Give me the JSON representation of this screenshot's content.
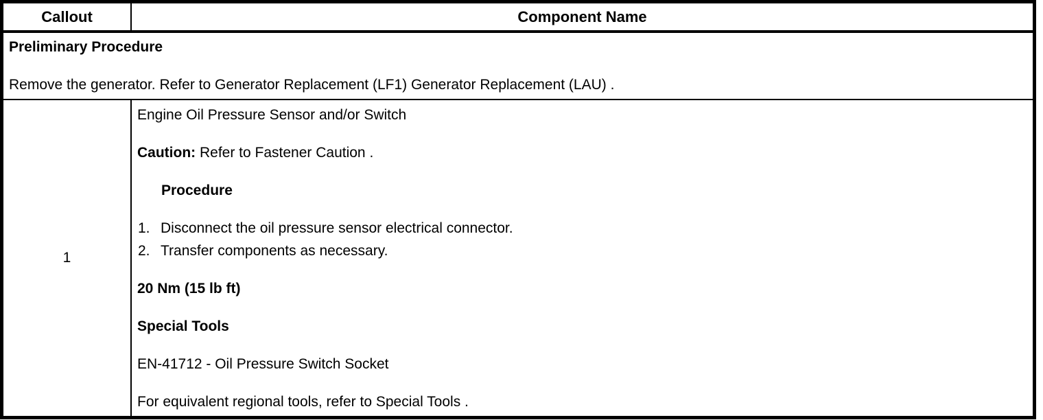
{
  "table": {
    "header": {
      "callout": "Callout",
      "component_name": "Component Name"
    },
    "preliminary": {
      "heading": "Preliminary Procedure",
      "instruction": "Remove the generator. Refer to Generator Replacement (LF1) Generator Replacement (LAU) ."
    },
    "row": {
      "callout": "1",
      "component_title": "Engine Oil Pressure Sensor and/or Switch",
      "caution_label": "Caution:",
      "caution_text": " Refer to Fastener Caution .",
      "procedure_heading": "Procedure",
      "steps": [
        {
          "num": "1.",
          "text": "Disconnect the oil pressure sensor electrical connector."
        },
        {
          "num": "2.",
          "text": "Transfer components as necessary."
        }
      ],
      "torque_spec": "20 Nm (15 lb ft)",
      "special_tools_heading": "Special Tools",
      "special_tool": "EN-41712 - Oil Pressure Switch Socket",
      "equivalent_note": "For equivalent regional tools, refer to Special Tools ."
    }
  },
  "colors": {
    "border": "#000000",
    "background": "#ffffff",
    "text": "#000000"
  }
}
